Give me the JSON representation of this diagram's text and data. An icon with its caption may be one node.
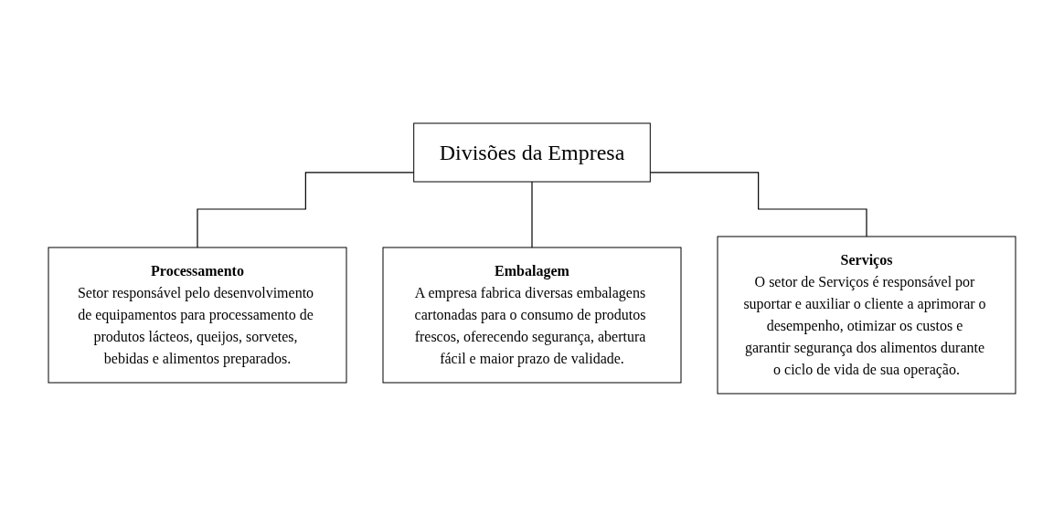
{
  "diagram": {
    "nodes": [
      {
        "text": [
          "Divisões da Empresa"
        ]
      },
      {
        "text": [
          "Processamento",
          "Setor responsável pelo desenvolvimento de equipamentos para processamento de produtos lácteos, queijos, sorvetes, bebidas e alimentos preparados."
        ]
      },
      {
        "text": [
          "Embalagem",
          "A empresa fabrica diversas embalagens cartonadas para o consumo de produtos frescos, oferecendo segurança, abertura fácil e maior prazo de validade."
        ]
      },
      {
        "text": [
          "Serviços",
          "O setor de Serviços é responsável por suportar e auxiliar o cliente a aprimorar o desempenho, otimizar os custos e garantir segurança dos alimentos durante o ciclo de vida de sua operação."
        ]
      }
    ],
    "edges": [
      {
        "from": 0,
        "to": 1,
        "arrow": "none"
      },
      {
        "from": 0,
        "to": 2,
        "arrow": "none"
      },
      {
        "from": 0,
        "to": 3,
        "arrow": "none"
      }
    ]
  }
}
